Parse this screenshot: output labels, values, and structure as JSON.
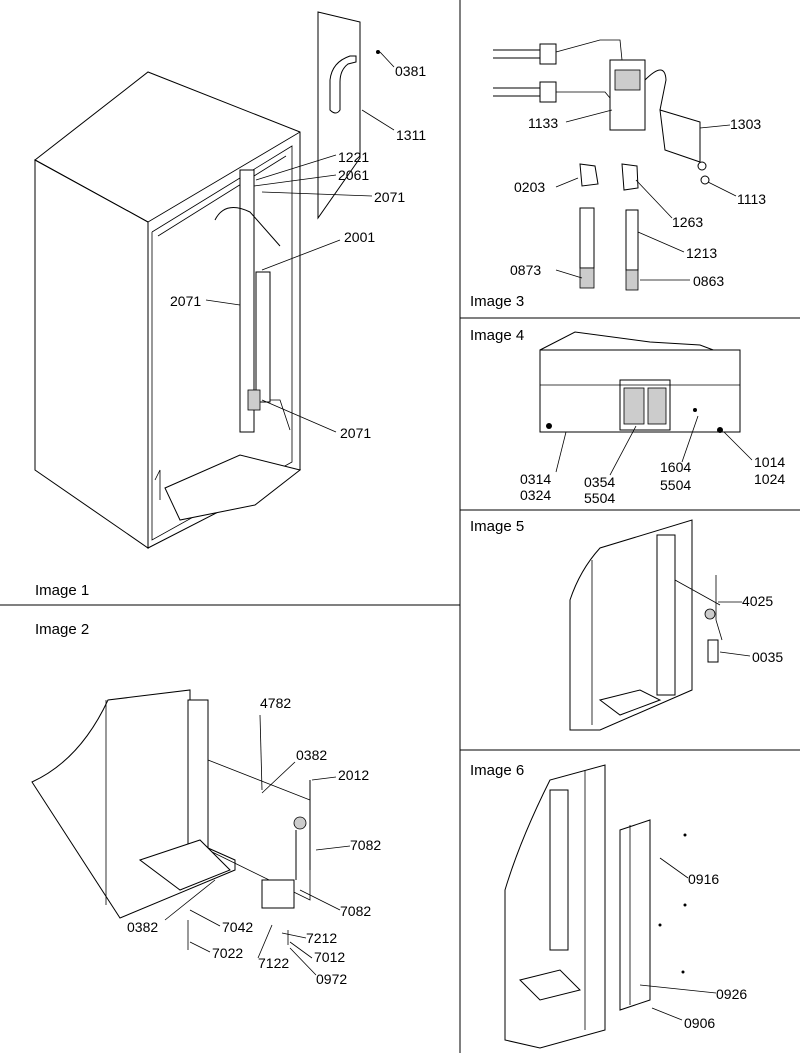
{
  "panels": {
    "p1": {
      "title": "Image 1",
      "labels": [
        "0381",
        "1311",
        "1221",
        "2061",
        "2071",
        "2001",
        "2071",
        "2071"
      ]
    },
    "p2": {
      "title": "Image 2",
      "labels": [
        "4782",
        "0382",
        "2012",
        "7082",
        "7082",
        "0382",
        "7042",
        "7212",
        "7022",
        "7122",
        "7012",
        "0972"
      ]
    },
    "p3": {
      "title": "Image 3",
      "labels": [
        "1133",
        "1303",
        "0203",
        "1113",
        "1263",
        "1213",
        "0873",
        "0863"
      ]
    },
    "p4": {
      "title": "Image 4",
      "labels": [
        "0314",
        "0324",
        "0354",
        "5504",
        "1604",
        "5504",
        "1014",
        "1024"
      ]
    },
    "p5": {
      "title": "Image 5",
      "labels": [
        "4025",
        "0035"
      ]
    },
    "p6": {
      "title": "Image 6",
      "labels": [
        "0916",
        "0926",
        "0906"
      ]
    }
  }
}
